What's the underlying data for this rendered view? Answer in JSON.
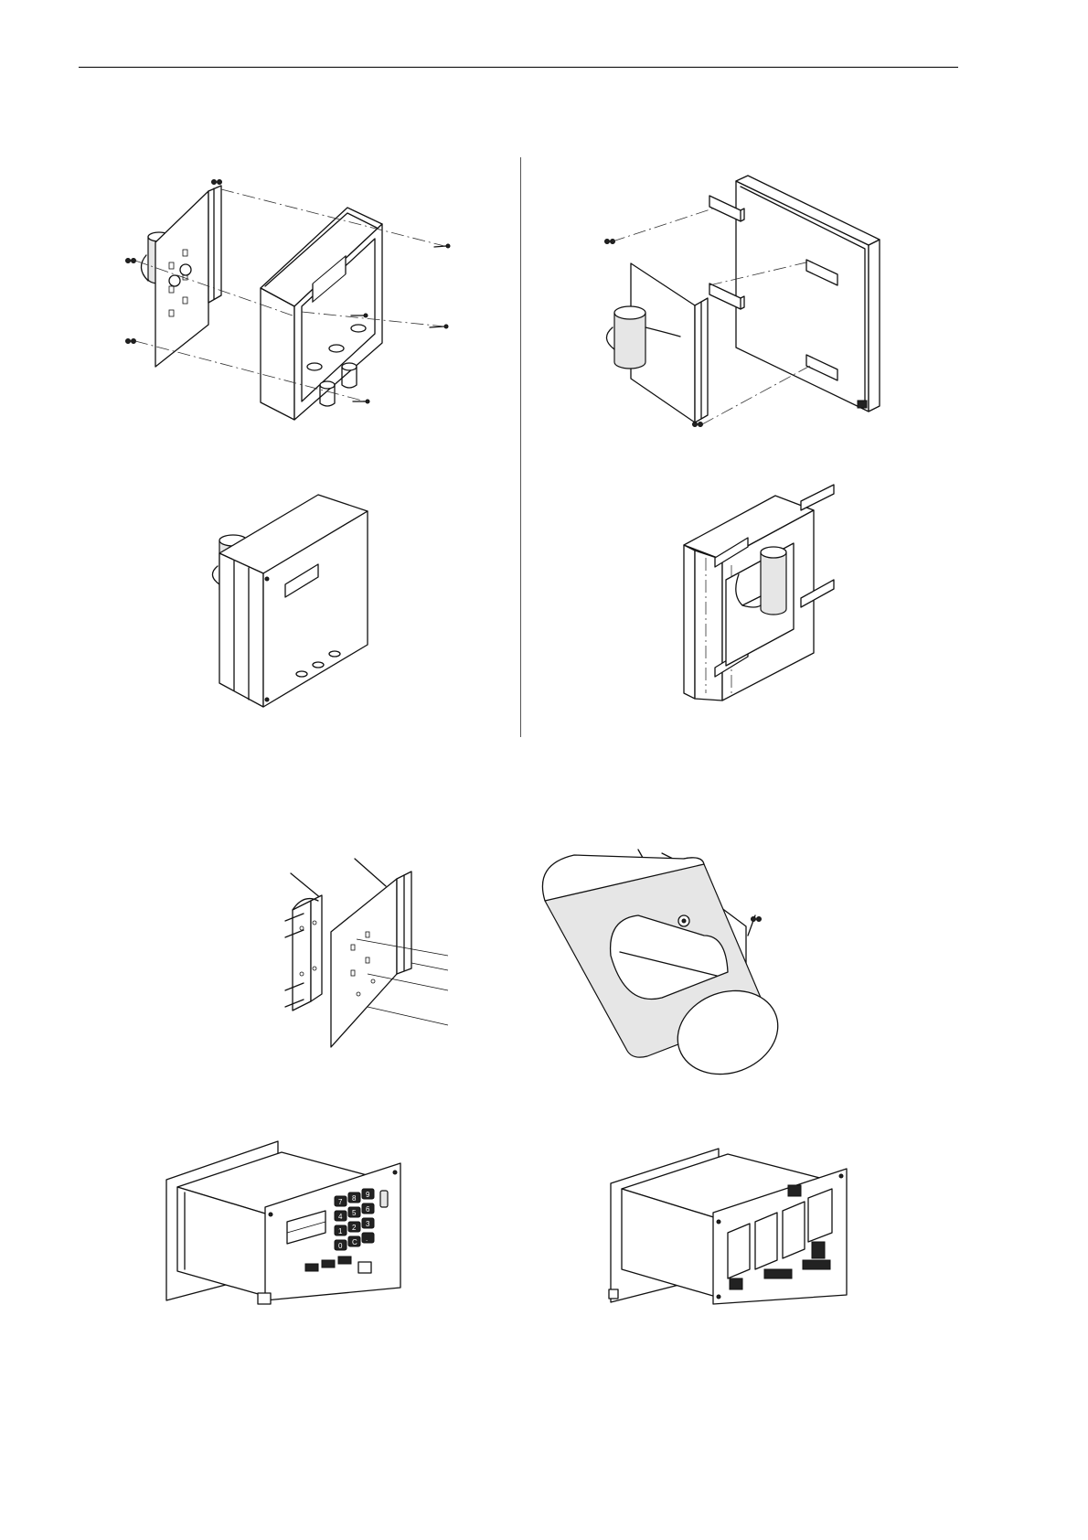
{
  "page": {
    "keypad": {
      "keys": [
        "7",
        "8",
        "9",
        "4",
        "5",
        "6",
        "1",
        "2",
        "3",
        "0",
        "C",
        "."
      ]
    }
  }
}
